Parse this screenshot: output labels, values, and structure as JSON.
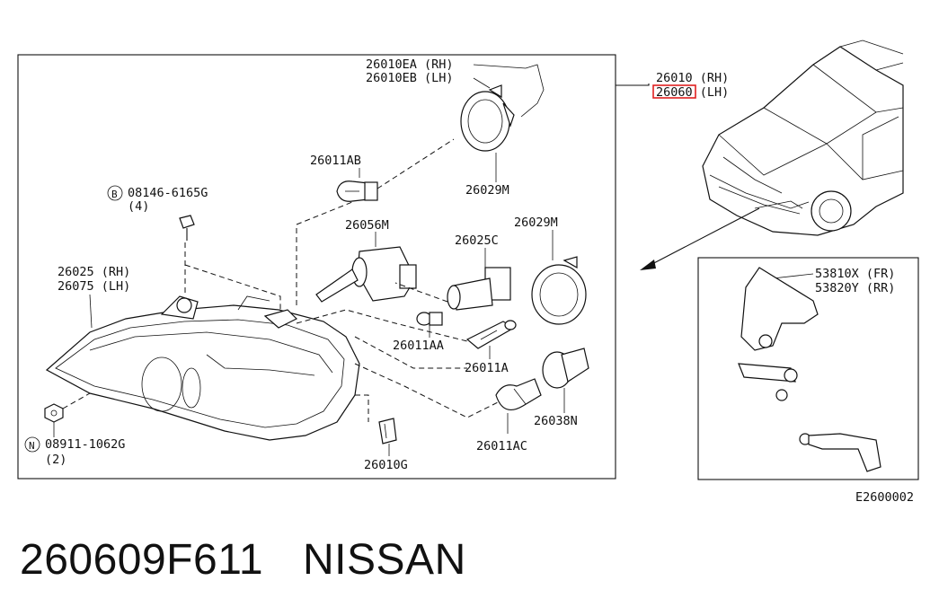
{
  "labels": {
    "assy_rh": "26010 (RH)",
    "assy_lh": "26060 (LH)",
    "part_26010ea": "26010EA (RH)",
    "part_26010eb": "26010EB (LH)",
    "part_26011ab": "26011AB",
    "part_26029m_top": "26029M",
    "bolt_part": "08146-6165G",
    "bolt_qty": "(4)",
    "bolt_badge": "B",
    "part_26056m": "26056M",
    "part_26025c": "26025C",
    "part_26029m": "26029M",
    "housing_rh": "26025 (RH)",
    "housing_lh": "26075 (LH)",
    "part_26011aa": "26011AA",
    "part_26011a": "26011A",
    "part_26038n": "26038N",
    "nut_part": "08911-1062G",
    "nut_qty": "(2)",
    "nut_badge": "N",
    "part_26011ac": "26011AC",
    "part_26010g": "26010G",
    "sensor_fr": "53810X (FR)",
    "sensor_rr": "53820Y (RR)",
    "diagram_code": "E2600002"
  },
  "highlight": {
    "color": "#e02020"
  },
  "caption": {
    "part_number": "260609F611",
    "brand": "NISSAN"
  }
}
